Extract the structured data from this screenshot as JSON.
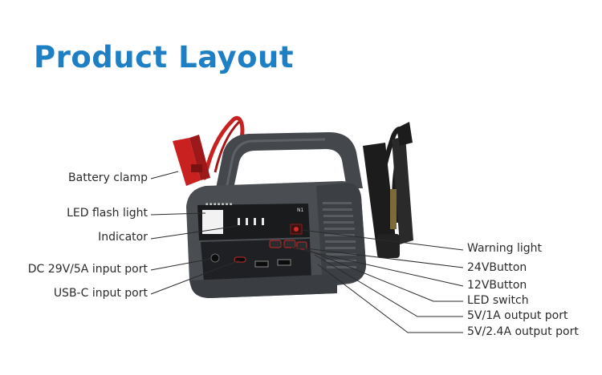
{
  "title": "Product Layout",
  "left_labels": [
    "Battery clamp",
    "LED flash light",
    "Indicator",
    "DC 29V/5A input port",
    "USB-C input port"
  ],
  "right_labels": [
    "Warning light",
    "24VButton",
    "12VButton",
    "LED switch",
    "5V/1A output port",
    "5V/2.4A output port"
  ],
  "colors": {
    "title": "#1e7fc4",
    "body": "#4a4d52",
    "panel": "#1a1b1d",
    "clamp_red": "#c8211f",
    "clamp_black": "#1c1c1c"
  },
  "device_model": "N1"
}
